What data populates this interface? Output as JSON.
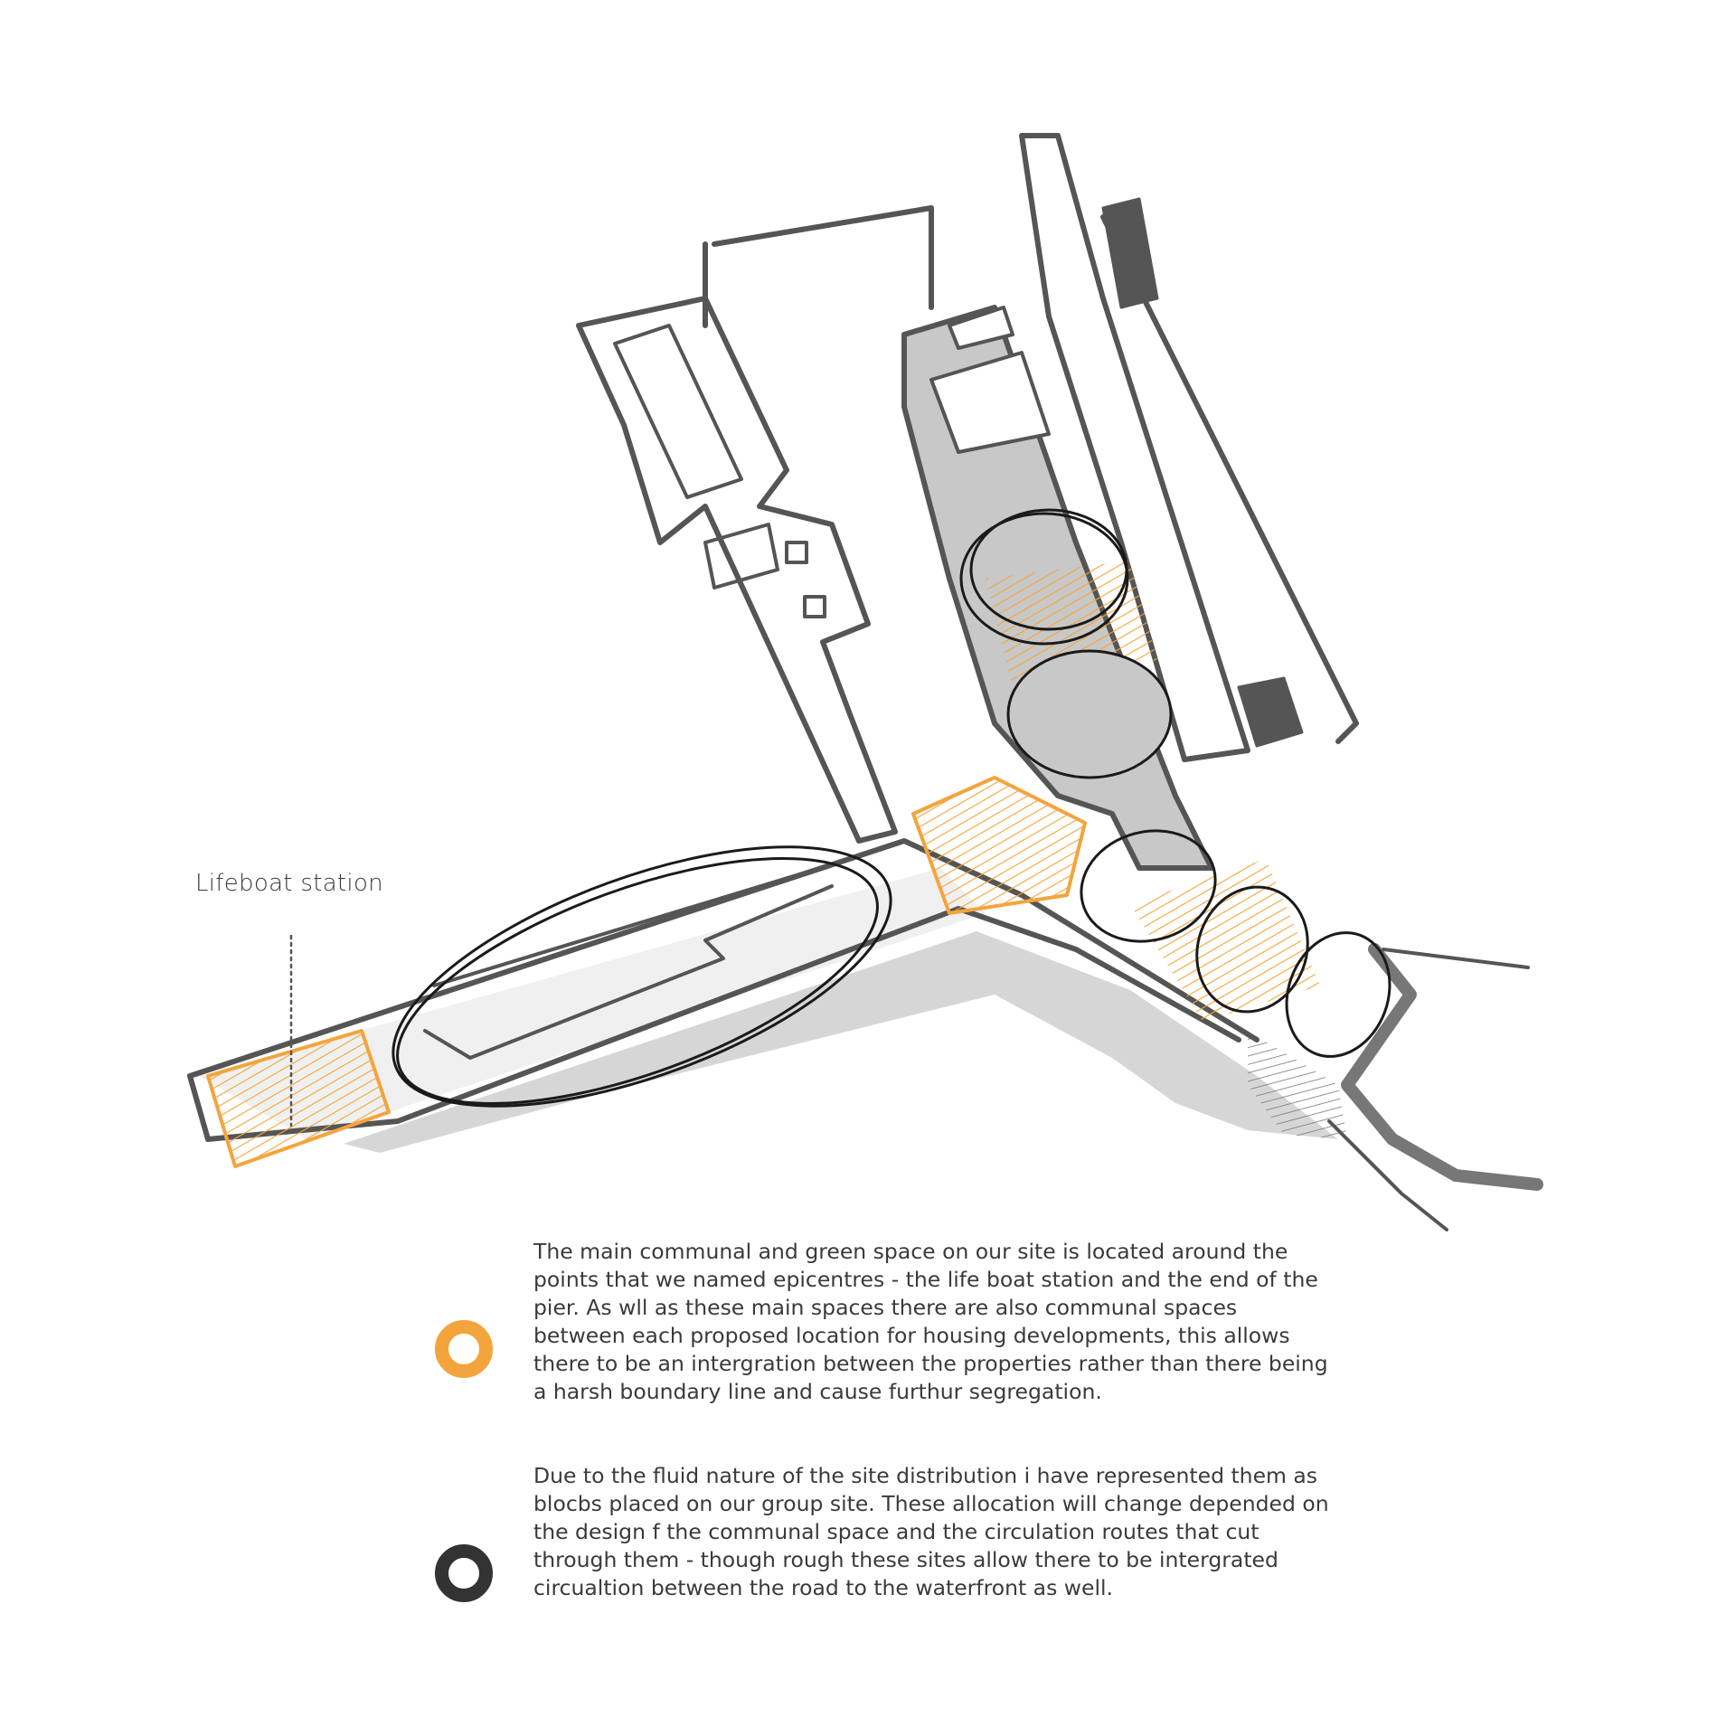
{
  "labels": {
    "lifeboat": "Lifeboat station"
  },
  "legend": [
    {
      "color": "#f4a43c",
      "icon": "orange-ring-icon",
      "text": "The main communal and green space on our site is located around the points that we named epicentres - the life boat station and the end of the pier. As wll as these main spaces there are also communal spaces between each proposed location for housing developments, this allows there to be an intergration between the properties rather than there being a harsh boundary line and cause furthur segregation."
    },
    {
      "color": "#333333",
      "icon": "dark-ring-icon",
      "text": "Due to the fluid nature of the site distribution i have represented them as blocbs placed on our group site. These allocation will change depended on the design f the communal space and the circulation routes that cut through them - though rough these sites allow there to be intergrated circualtion between the road to the waterfront as well."
    }
  ],
  "colors": {
    "ink": "#555555",
    "fill_grey": "#c8c8c8",
    "fill_light": "#e8e8e8",
    "accent": "#f4a43c"
  }
}
